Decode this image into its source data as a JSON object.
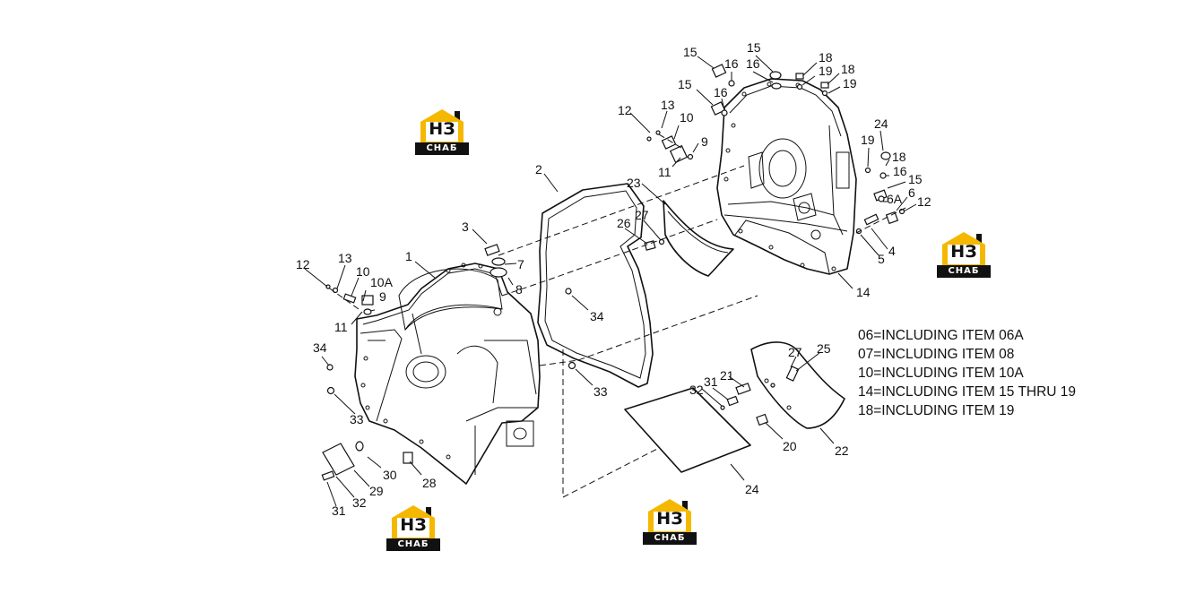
{
  "diagram": {
    "callouts": {
      "c1": "1",
      "c2": "2",
      "c3": "3",
      "c4": "4",
      "c5": "5",
      "c6": "6",
      "c6a": "6A",
      "c7": "7",
      "c8": "8",
      "c9a": "9",
      "c9b": "9",
      "c10a": "10",
      "c10b": "10",
      "c10A": "10A",
      "c11a": "11",
      "c11b": "11",
      "c12a": "12",
      "c12b": "12",
      "c12c": "12",
      "c13a": "13",
      "c13b": "13",
      "c14": "14",
      "c15a": "15",
      "c15b": "15",
      "c15c": "15",
      "c15d": "15",
      "c16a": "16",
      "c16b": "16",
      "c16c": "16",
      "c16d": "16",
      "c18a": "18",
      "c18b": "18",
      "c18c": "18",
      "c19a": "19",
      "c19b": "19",
      "c19c": "19",
      "c20": "20",
      "c21": "21",
      "c22": "22",
      "c23": "23",
      "c24a": "24",
      "c24b": "24",
      "c25": "25",
      "c26": "26",
      "c27a": "27",
      "c27b": "27",
      "c28": "28",
      "c29": "29",
      "c30": "30",
      "c31a": "31",
      "c31b": "31",
      "c32a": "32",
      "c32b": "32",
      "c33a": "33",
      "c33b": "33",
      "c34a": "34",
      "c34b": "34"
    }
  },
  "notes": [
    "06=INCLUDING ITEM 06A",
    "07=INCLUDING ITEM 08",
    "10=INCLUDING ITEM 10A",
    "14=INCLUDING ITEM 15 THRU 19",
    "18=INCLUDING ITEM 19"
  ],
  "watermark": {
    "mark": "НЗ",
    "text": "СНАБ",
    "colors": {
      "house": "#f5b800",
      "ink": "#111111"
    }
  }
}
